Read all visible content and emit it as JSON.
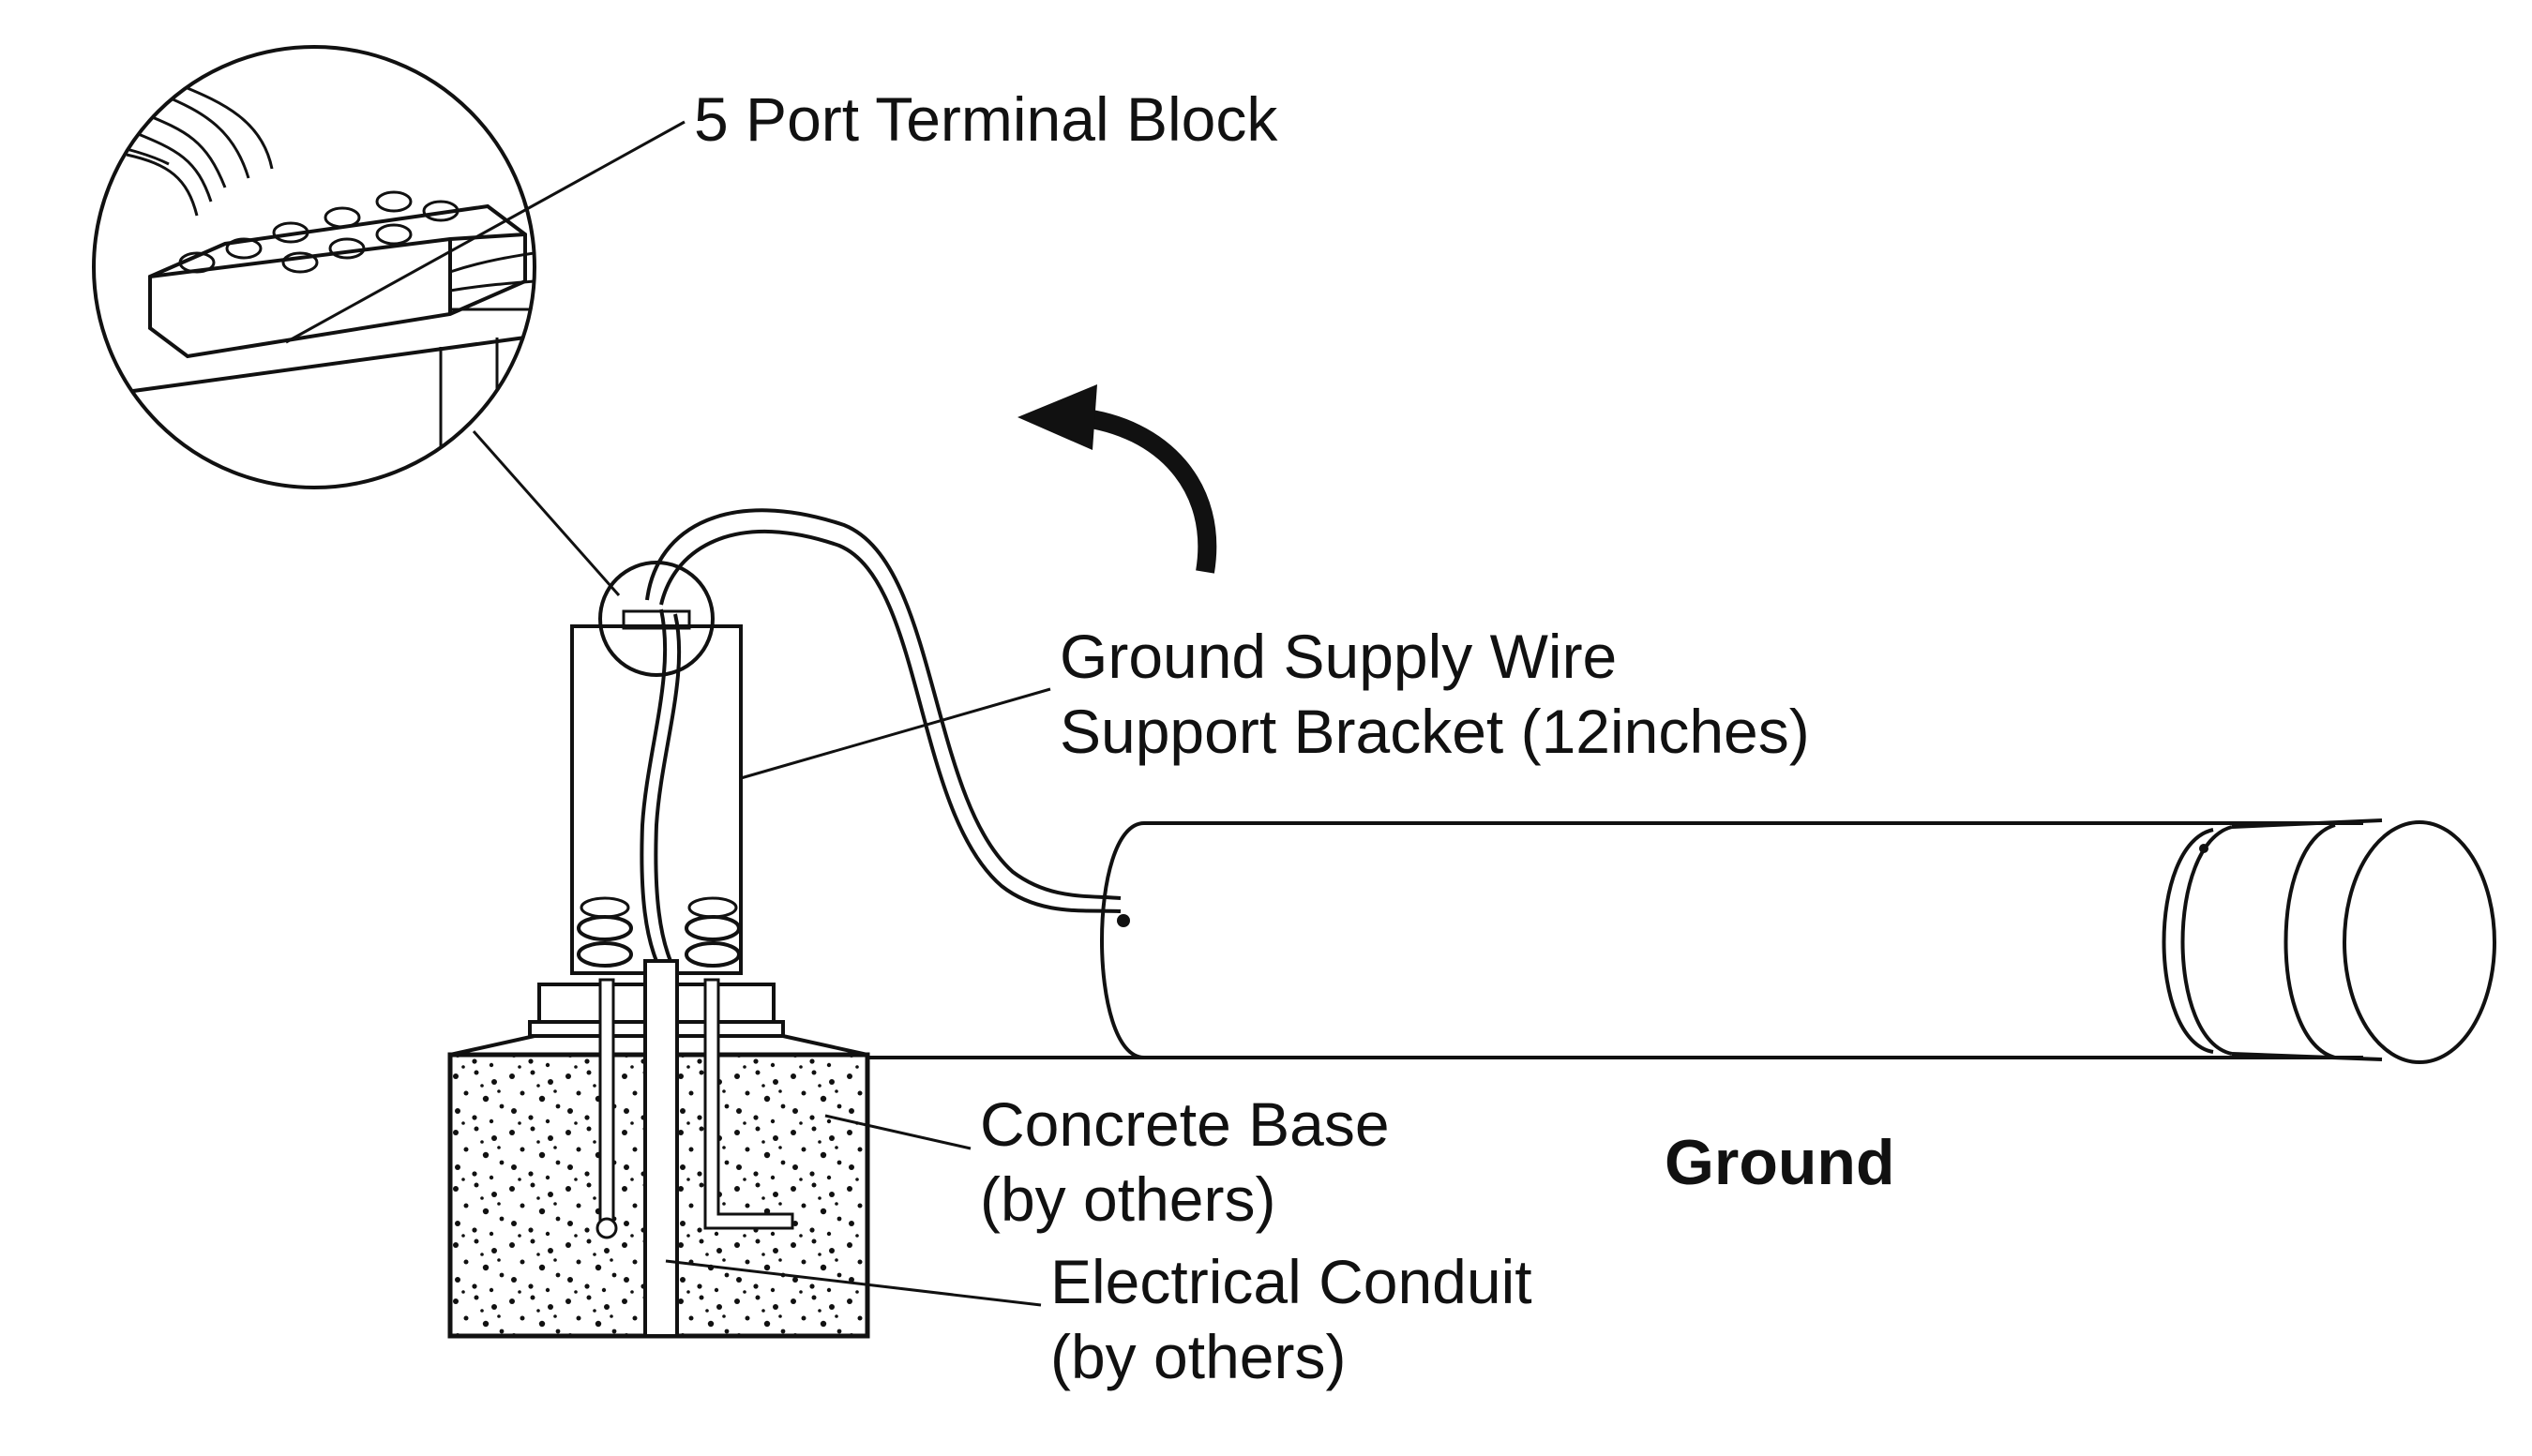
{
  "labels": {
    "terminal_block": "5 Port Terminal Block",
    "supply_wire": "Ground Supply Wire",
    "support_bracket": "Support Bracket (12inches)",
    "concrete_base": "Concrete Base",
    "concrete_base_note": "(by others)",
    "conduit": "Electrical Conduit",
    "conduit_note": "(by others)",
    "ground": "Ground"
  },
  "colors": {
    "line": "#111111",
    "background": "#ffffff"
  }
}
